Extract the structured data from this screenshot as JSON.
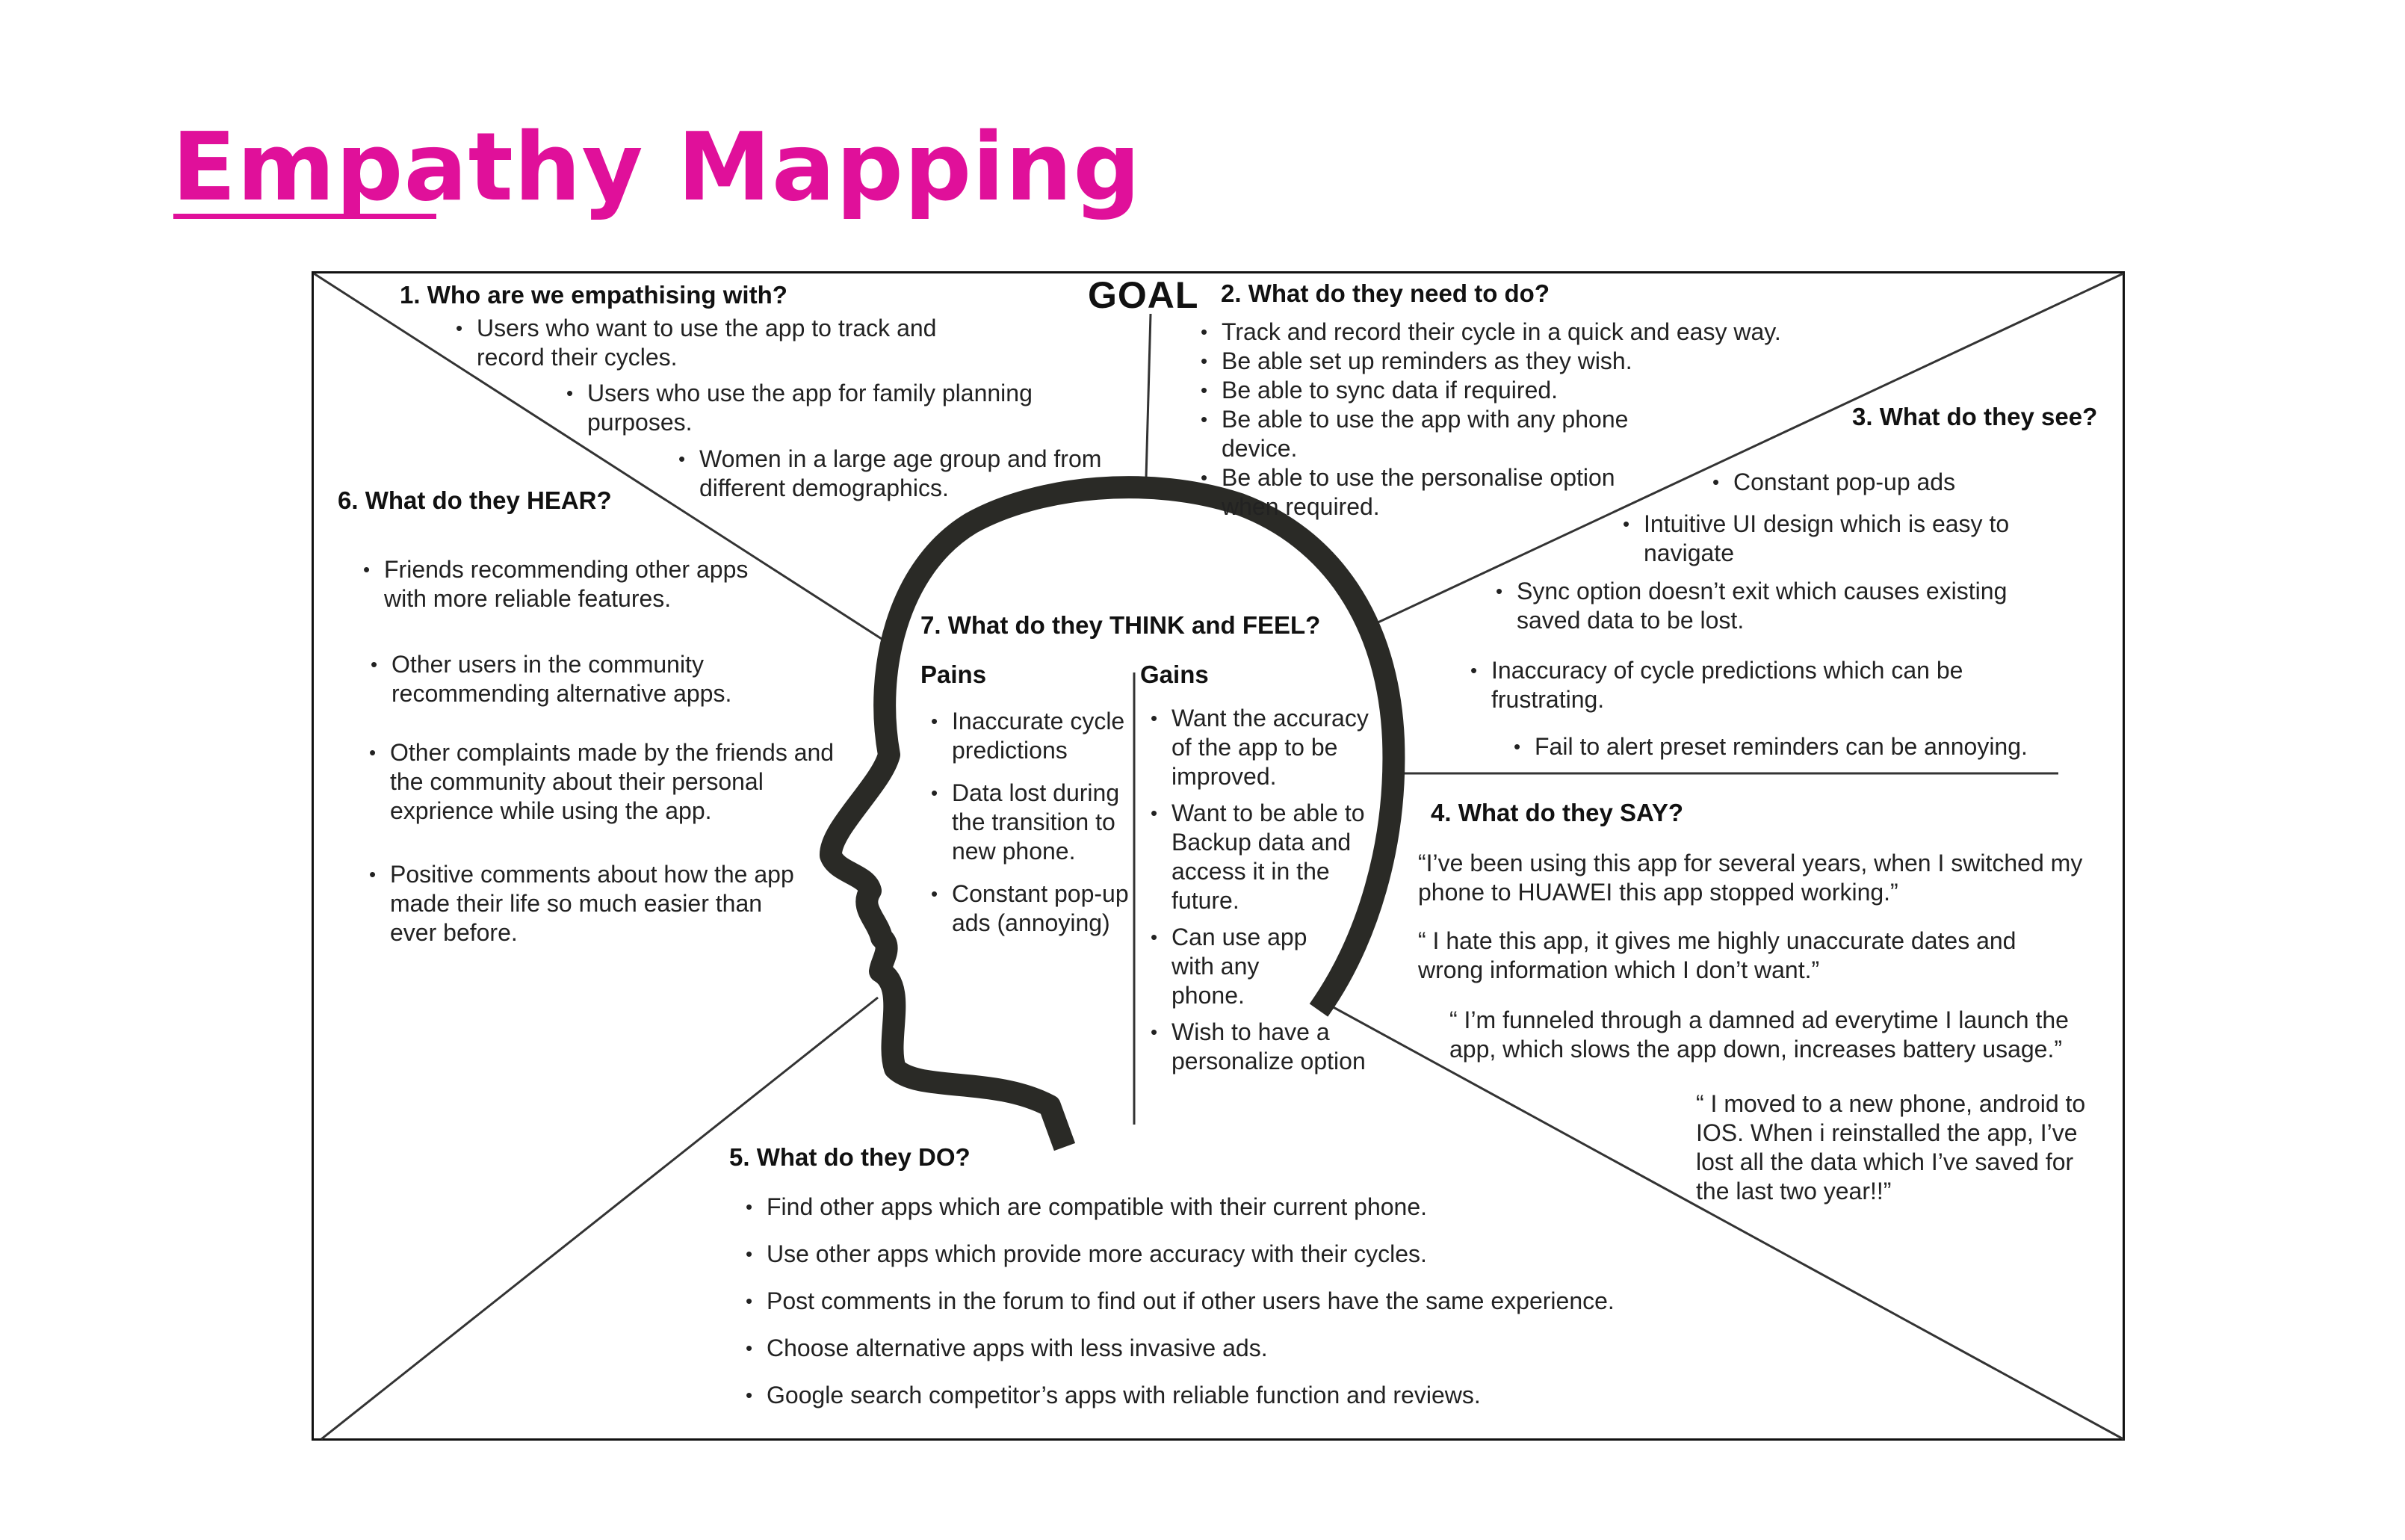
{
  "title": "Empathy Mapping",
  "accent_color": "#e0109a",
  "goal_label": "GOAL",
  "sections": {
    "who": {
      "heading": "1. Who are we empathising with?",
      "items": [
        "Users who want to use the app to track and record their cycles.",
        "Users who use the app for family planning purposes.",
        "Women in a large age group and from different demographics."
      ]
    },
    "need": {
      "heading": "2. What do they need to do?",
      "items": [
        "Track and record their cycle in a quick and easy way.",
        "Be able set up reminders as they wish.",
        "Be able to sync data if required.",
        "Be able to use the app with any phone device.",
        "Be able to use the personalise option when required."
      ]
    },
    "see": {
      "heading": "3. What do they see?",
      "items": [
        "Constant pop-up ads",
        "Intuitive UI design which is easy to navigate",
        "Sync option doesn’t exit which causes existing saved data to be lost.",
        "Inaccuracy of cycle predictions which can be frustrating.",
        "Fail to alert preset reminders can be annoying."
      ]
    },
    "say": {
      "heading": "4. What do they SAY?",
      "quotes": [
        "“I’ve been using this app for several years, when I switched my phone to HUAWEI this app stopped working.”",
        "“ I hate this app, it gives me highly unaccurate dates and wrong information which I don’t want.”",
        "“ I’m funneled through a damned ad everytime I launch the app, which slows the app down, increases battery usage.”",
        "“ I moved to a new phone, android to IOS. When i reinstalled the app, I’ve lost all the data which I’ve saved for the  last two year!!”"
      ]
    },
    "do": {
      "heading": "5. What do they DO?",
      "items": [
        "Find other apps which are compatible with their current phone.",
        "Use other apps which provide more accuracy with their cycles.",
        "Post comments in the forum to find out if other users have the same experience.",
        "Choose alternative apps with less invasive ads.",
        "Google search competitor’s apps with reliable function and reviews."
      ]
    },
    "hear": {
      "heading": "6. What do they HEAR?",
      "items": [
        "Friends recommending other apps with more reliable features.",
        "Other users in the community recommending alternative apps.",
        "Other complaints made by the friends  and the community about their personal exprience while using the app.",
        "Positive comments about how the app made their life so much easier than ever before."
      ]
    },
    "think": {
      "heading": "7. What do they THINK and FEEL?",
      "pains_label": "Pains",
      "gains_label": "Gains",
      "pains": [
        "Inaccurate cycle predictions",
        "Data lost during the transition to new phone.",
        "Constant pop-up ads (annoying)"
      ],
      "gains": [
        "Want the accuracy of the app to be improved.",
        "Want to be able to Backup data and access it in the future.",
        "Can use app with any phone.",
        "Wish to have a personalize option"
      ]
    }
  }
}
